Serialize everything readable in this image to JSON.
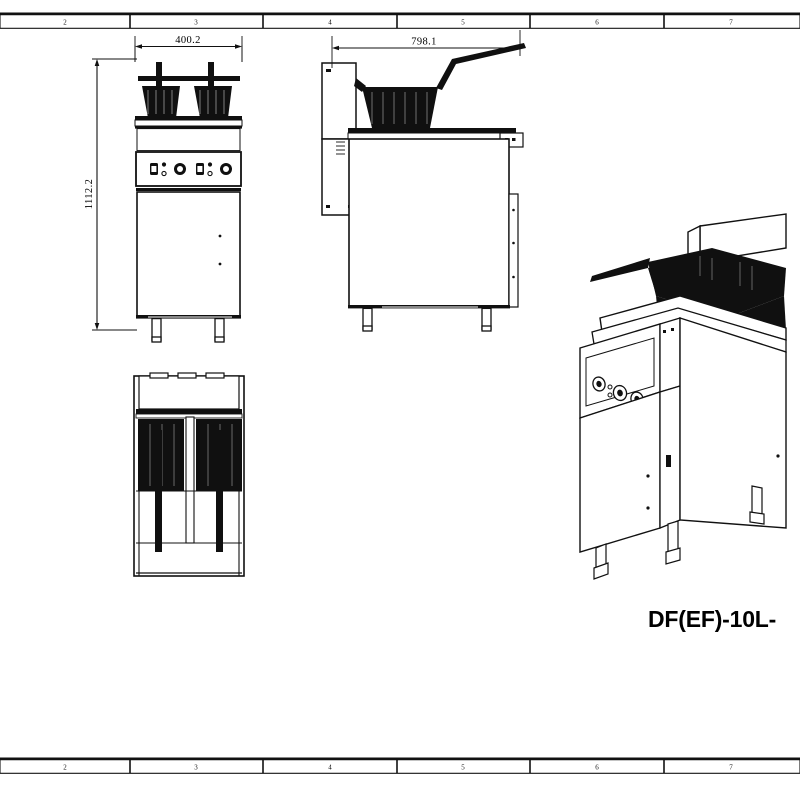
{
  "sheet": {
    "background": "#ffffff",
    "line_color": "#111111",
    "fill_dark": "#101010"
  },
  "top_ruler": {
    "name": "top-column-ruler",
    "cells": [
      {
        "label": "2"
      },
      {
        "label": "3"
      },
      {
        "label": "4"
      },
      {
        "label": "5"
      },
      {
        "label": "6"
      },
      {
        "label": "7"
      }
    ]
  },
  "bottom_ruler": {
    "name": "bottom-column-ruler",
    "cells": [
      {
        "label": "2"
      },
      {
        "label": "3"
      },
      {
        "label": "4"
      },
      {
        "label": "5"
      },
      {
        "label": "6"
      },
      {
        "label": "7"
      }
    ]
  },
  "dimensions": {
    "width_front": {
      "value": "400.2",
      "orientation": "horizontal"
    },
    "depth_side": {
      "value": "798.1",
      "orientation": "horizontal"
    },
    "height_front": {
      "value": "1112.2",
      "orientation": "vertical"
    }
  },
  "views": {
    "front": {
      "name": "front-elevation-view"
    },
    "side": {
      "name": "side-elevation-view"
    },
    "plan": {
      "name": "top-plan-view"
    },
    "isometric": {
      "name": "isometric-3d-view"
    }
  },
  "model_label": {
    "text": "DF(EF)-10L-"
  }
}
